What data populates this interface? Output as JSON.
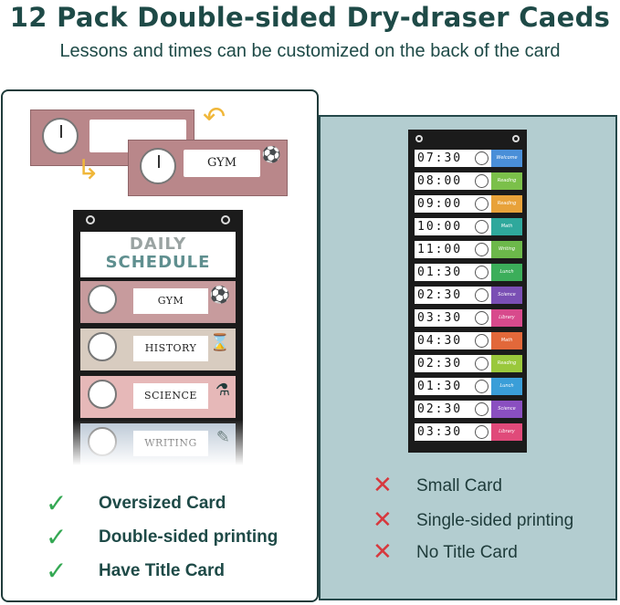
{
  "header": {
    "title": "12 Pack Double-sided Dry-draser Caeds",
    "subtitle": "Lessons and times can be customized on the back of the card"
  },
  "loose_cards": {
    "front_label": "GYM"
  },
  "left_chart": {
    "title_line1": "DAILY",
    "title_line2": "SCHEDULE",
    "cards": [
      {
        "label": "GYM",
        "color": "#c79b9d",
        "icon": "sports-balls-icon",
        "glyph": "⚽"
      },
      {
        "label": "HISTORY",
        "color": "#d8ccc0",
        "icon": "hourglass-icon",
        "glyph": "⌛"
      },
      {
        "label": "SCIENCE",
        "color": "#e6b8b8",
        "icon": "lab-flask-icon",
        "glyph": "⚗"
      },
      {
        "label": "WRITING",
        "color": "#b9c6d4",
        "icon": "notebook-icon",
        "glyph": "✎"
      }
    ]
  },
  "pros": [
    {
      "text": "Oversized Card"
    },
    {
      "text": "Double-sided printing"
    },
    {
      "text": "Have Title Card"
    }
  ],
  "cons": [
    {
      "text": "Small Card"
    },
    {
      "text": "Single-sided printing"
    },
    {
      "text": "No Title Card"
    }
  ],
  "right_chart": {
    "rows": [
      {
        "time": "07:30",
        "label": "Welcome",
        "color": "#4a8fd8"
      },
      {
        "time": "08:00",
        "label": "Reading",
        "color": "#7bc04a"
      },
      {
        "time": "09:00",
        "label": "Reading",
        "color": "#e8a23a"
      },
      {
        "time": "10:00",
        "label": "Math",
        "color": "#2fa89c"
      },
      {
        "time": "11:00",
        "label": "Writing",
        "color": "#6cb84a"
      },
      {
        "time": "01:30",
        "label": "Lunch",
        "color": "#3cae5a"
      },
      {
        "time": "02:30",
        "label": "Science",
        "color": "#7a4fb4"
      },
      {
        "time": "03:30",
        "label": "Library",
        "color": "#d84a8c"
      },
      {
        "time": "04:30",
        "label": "Math",
        "color": "#e2683a"
      },
      {
        "time": "02:30",
        "label": "Reading",
        "color": "#9ac83c"
      },
      {
        "time": "01:30",
        "label": "Lunch",
        "color": "#3a9ed8"
      },
      {
        "time": "02:30",
        "label": "Science",
        "color": "#8a4fc0"
      },
      {
        "time": "03:30",
        "label": "Library",
        "color": "#e04a7a"
      }
    ]
  }
}
